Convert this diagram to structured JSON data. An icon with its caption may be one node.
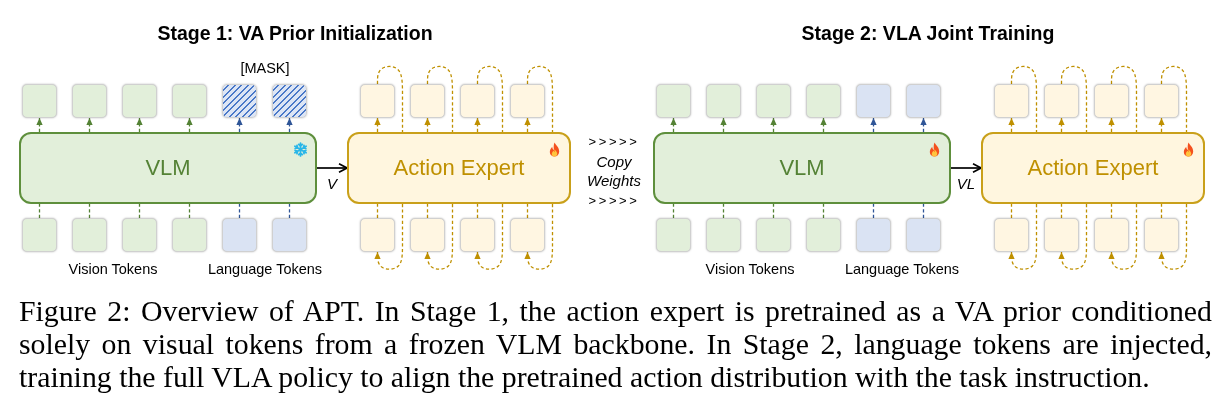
{
  "diagram": {
    "caption": "Figure 2: Overview of APT. In Stage 1, the action expert is pretrained as a VA prior conditioned solely on visual tokens from a frozen VLM backbone. In Stage 2, language tokens are injected, training the full VLA policy to align the pretrained action distribution with the task instruction.",
    "nodes": [
      {
        "text": [],
        "shape": "box"
      },
      {
        "text": [],
        "shape": "box"
      },
      {
        "text": [],
        "shape": "box"
      },
      {
        "text": [],
        "shape": "box"
      },
      {
        "text": [],
        "shape": "box"
      },
      {
        "text": [],
        "shape": "box"
      },
      {
        "text": [],
        "shape": "box"
      },
      {
        "text": [],
        "shape": "box"
      },
      {
        "text": [],
        "shape": "box"
      },
      {
        "text": [],
        "shape": "box"
      },
      {
        "text": [
          "VLM"
        ]
      },
      {
        "text": [
          "Action Expert"
        ]
      },
      {
        "text": [],
        "shape": "box"
      },
      {
        "text": [],
        "shape": "box"
      },
      {
        "text": [],
        "shape": "box"
      },
      {
        "text": [],
        "shape": "box"
      },
      {
        "text": [],
        "shape": "box"
      },
      {
        "text": [],
        "shape": "box"
      },
      {
        "text": [],
        "shape": "box"
      },
      {
        "text": [],
        "shape": "box"
      },
      {
        "text": [],
        "shape": "box"
      },
      {
        "text": [],
        "shape": "box"
      },
      {
        "text": [],
        "shape": "box"
      },
      {
        "text": [],
        "shape": "box"
      },
      {
        "text": [],
        "shape": "box"
      },
      {
        "text": [],
        "shape": "box"
      },
      {
        "text": [],
        "shape": "box"
      },
      {
        "text": [],
        "shape": "box"
      },
      {
        "text": [],
        "shape": "box"
      },
      {
        "text": [],
        "shape": "box"
      },
      {
        "text": [],
        "shape": "box"
      },
      {
        "text": [],
        "shape": "box"
      },
      {
        "text": [
          "VLM"
        ]
      },
      {
        "text": [
          "Action Expert"
        ]
      },
      {
        "text": [],
        "shape": "box"
      },
      {
        "text": [],
        "shape": "box"
      },
      {
        "text": [],
        "shape": "box"
      },
      {
        "text": [],
        "shape": "box"
      },
      {
        "text": [],
        "shape": "box"
      },
      {
        "text": [],
        "shape": "box"
      },
      {
        "text": [],
        "shape": "box"
      },
      {
        "text": [],
        "shape": "box"
      },
      {
        "text": [],
        "shape": "box"
      },
      {
        "text": [],
        "shape": "box"
      }
    ],
    "edges": [
      {
        "from": 10,
        "to": 0,
        "arrow": "to",
        "style": "dashed",
        "color": "#548235"
      },
      {
        "from": 10,
        "to": 1,
        "arrow": "to",
        "style": "dashed",
        "color": "#548235"
      },
      {
        "from": 10,
        "to": 2,
        "arrow": "to",
        "style": "dashed",
        "color": "#548235"
      },
      {
        "from": 10,
        "to": 3,
        "arrow": "to",
        "style": "dashed",
        "color": "#548235"
      },
      {
        "from": 10,
        "to": 4,
        "arrow": "to",
        "style": "dashed",
        "color": "#2f5597"
      },
      {
        "from": 10,
        "to": 5,
        "arrow": "to",
        "style": "dashed",
        "color": "#2f5597"
      },
      {
        "from": 12,
        "to": 10,
        "arrow": "none",
        "style": "dashed",
        "color": "#548235"
      },
      {
        "from": 13,
        "to": 10,
        "arrow": "none",
        "style": "dashed",
        "color": "#548235"
      },
      {
        "from": 14,
        "to": 10,
        "arrow": "none",
        "style": "dashed",
        "color": "#548235"
      },
      {
        "from": 15,
        "to": 10,
        "arrow": "none",
        "style": "dashed",
        "color": "#548235"
      },
      {
        "from": 16,
        "to": 10,
        "arrow": "none",
        "style": "dashed",
        "color": "#2f5597"
      },
      {
        "from": 17,
        "to": 10,
        "arrow": "none",
        "style": "dashed",
        "color": "#2f5597"
      },
      {
        "from": 11,
        "to": 6,
        "arrow": "to",
        "style": "dashed"
      },
      {
        "from": 11,
        "to": 7,
        "arrow": "to",
        "style": "dashed"
      },
      {
        "from": 11,
        "to": 8,
        "arrow": "to",
        "style": "dashed"
      },
      {
        "from": 11,
        "to": 9,
        "arrow": "to",
        "style": "dashed"
      },
      {
        "from": 6,
        "to": 11,
        "arrow": "none",
        "style": "dashed"
      },
      {
        "from": 7,
        "to": 11,
        "arrow": "none",
        "style": "dashed"
      },
      {
        "from": 8,
        "to": 11,
        "arrow": "none",
        "style": "dashed"
      },
      {
        "from": 9,
        "to": 11,
        "arrow": "none",
        "style": "dashed"
      },
      {
        "from": 18,
        "to": 11,
        "arrow": "none",
        "style": "dashed"
      },
      {
        "from": 19,
        "to": 11,
        "arrow": "none",
        "style": "dashed"
      },
      {
        "from": 20,
        "to": 11,
        "arrow": "none",
        "style": "dashed"
      },
      {
        "from": 21,
        "to": 11,
        "arrow": "none",
        "style": "dashed"
      },
      {
        "from": 11,
        "to": 18,
        "arrow": "to",
        "style": "dashed"
      },
      {
        "from": 11,
        "to": 19,
        "arrow": "to",
        "style": "dashed"
      },
      {
        "from": 11,
        "to": 20,
        "arrow": "to",
        "style": "dashed"
      },
      {
        "from": 11,
        "to": 21,
        "arrow": "to",
        "style": "dashed"
      },
      {
        "from": 10,
        "to": 11,
        "arrow": "to",
        "label": "V",
        "color": "#000000"
      },
      {
        "from": 32,
        "to": 22,
        "arrow": "to",
        "style": "dashed",
        "color": "#548235"
      },
      {
        "from": 32,
        "to": 23,
        "arrow": "to",
        "style": "dashed",
        "color": "#548235"
      },
      {
        "from": 32,
        "to": 24,
        "arrow": "to",
        "style": "dashed",
        "color": "#548235"
      },
      {
        "from": 32,
        "to": 25,
        "arrow": "to",
        "style": "dashed",
        "color": "#548235"
      },
      {
        "from": 32,
        "to": 26,
        "arrow": "to",
        "style": "dashed",
        "color": "#2f5597"
      },
      {
        "from": 32,
        "to": 27,
        "arrow": "to",
        "style": "dashed",
        "color": "#2f5597"
      },
      {
        "from": 34,
        "to": 32,
        "arrow": "none",
        "style": "dashed",
        "color": "#548235"
      },
      {
        "from": 35,
        "to": 32,
        "arrow": "none",
        "style": "dashed",
        "color": "#548235"
      },
      {
        "from": 36,
        "to": 32,
        "arrow": "none",
        "style": "dashed",
        "color": "#548235"
      },
      {
        "from": 37,
        "to": 32,
        "arrow": "none",
        "style": "dashed",
        "color": "#548235"
      },
      {
        "from": 38,
        "to": 32,
        "arrow": "none",
        "style": "dashed",
        "color": "#2f5597"
      },
      {
        "from": 39,
        "to": 32,
        "arrow": "none",
        "style": "dashed",
        "color": "#2f5597"
      },
      {
        "from": 33,
        "to": 28,
        "arrow": "to",
        "style": "dashed"
      },
      {
        "from": 33,
        "to": 29,
        "arrow": "to",
        "style": "dashed"
      },
      {
        "from": 33,
        "to": 30,
        "arrow": "to",
        "style": "dashed"
      },
      {
        "from": 33,
        "to": 31,
        "arrow": "to",
        "style": "dashed"
      },
      {
        "from": 28,
        "to": 33,
        "arrow": "none",
        "style": "dashed"
      },
      {
        "from": 29,
        "to": 33,
        "arrow": "none",
        "style": "dashed"
      },
      {
        "from": 30,
        "to": 33,
        "arrow": "none",
        "style": "dashed"
      },
      {
        "from": 31,
        "to": 33,
        "arrow": "none",
        "style": "dashed"
      },
      {
        "from": 40,
        "to": 33,
        "arrow": "none",
        "style": "dashed"
      },
      {
        "from": 41,
        "to": 33,
        "arrow": "none",
        "style": "dashed"
      },
      {
        "from": 42,
        "to": 33,
        "arrow": "none",
        "style": "dashed"
      },
      {
        "from": 43,
        "to": 33,
        "arrow": "none",
        "style": "dashed"
      },
      {
        "from": 33,
        "to": 40,
        "arrow": "to",
        "style": "dashed"
      },
      {
        "from": 33,
        "to": 41,
        "arrow": "to",
        "style": "dashed"
      },
      {
        "from": 33,
        "to": 42,
        "arrow": "to",
        "style": "dashed"
      },
      {
        "from": 33,
        "to": 43,
        "arrow": "to",
        "style": "dashed"
      },
      {
        "from": 32,
        "to": 33,
        "arrow": "to",
        "label": "VL",
        "color": "#000000"
      }
    ],
    "labels": [
      "Stage 1: VA Prior Initialization",
      "Stage 2: VLA Joint Training",
      "[MASK]",
      ">>>>>",
      "Copy Weights",
      ">>>>>",
      "Vision Tokens",
      "Language Tokens",
      "Vision Tokens",
      "Language Tokens"
    ]
  }
}
